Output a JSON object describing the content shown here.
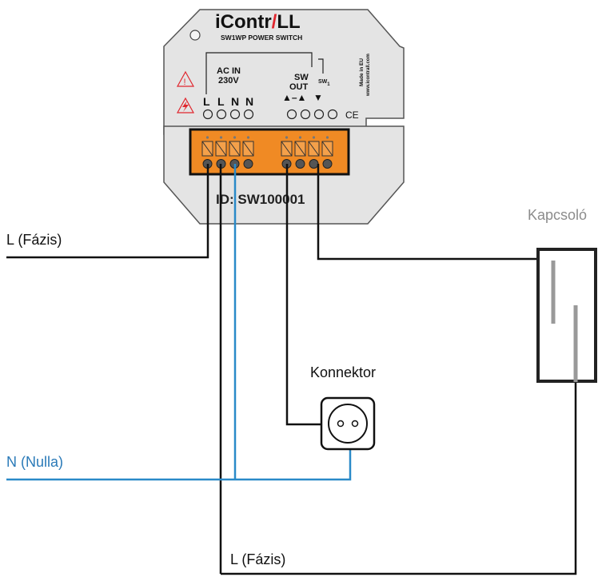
{
  "device": {
    "brand_prefix": "iContr",
    "brand_suffix": "LL",
    "model": "SW1WP  POWER SWITCH",
    "ac_in_line1": "AC IN",
    "ac_in_line2": "230V",
    "sw_out_line1": "SW",
    "sw_out_line2": "OUT",
    "sw1_label": "SW",
    "sw1_sub": "1",
    "sw_out_arrows": "▲–▲",
    "sw1_arrow": "▼",
    "terminals": [
      "L",
      "L",
      "N",
      "N"
    ],
    "made_in": "Made in EU",
    "website": "www.icontrall.com",
    "ce_mark": "CE",
    "id_label": "ID: SW100001"
  },
  "labels": {
    "phase_top": "L (Fázis)",
    "neutral": "N (Nulla)",
    "phase_bottom": "L (Fázis)",
    "connector": "Konnektor",
    "switch": "Kapcsoló"
  },
  "colors": {
    "phase_wire": "#111111",
    "neutral_wire": "#2a8ac8",
    "terminal_block": "#f08a24",
    "device_body": "#e3e3e3",
    "brand_accent": "#e0262e",
    "label_blue": "#2a7ab8",
    "label_gray": "#8c8c8c"
  }
}
